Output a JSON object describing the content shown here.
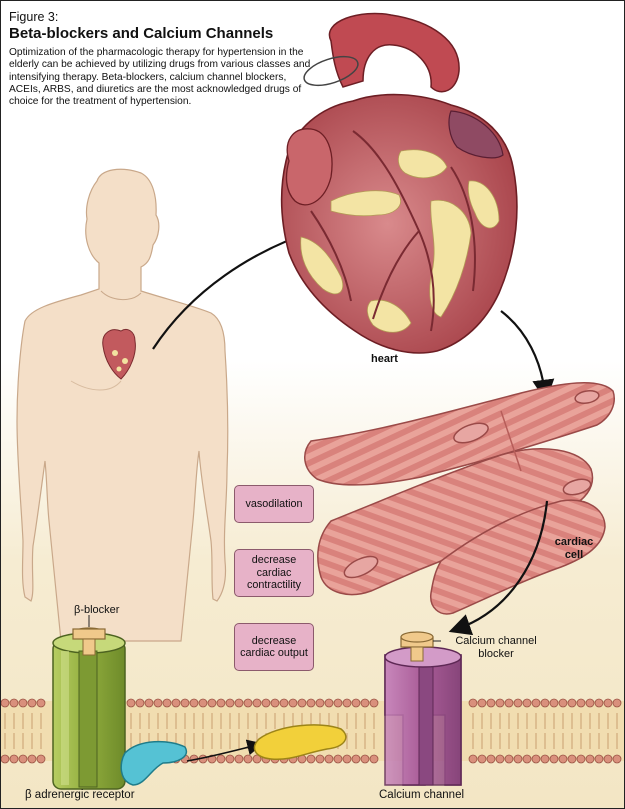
{
  "figure": {
    "label": "Figure 3:",
    "title": "Beta-blockers and Calcium Channels",
    "caption": "Optimization of the pharmacologic therapy for hypertension in the elderly can be achieved by utilizing drugs from various classes and intensifying therapy. Beta-blockers, calcium channel blockers, ACEIs, ARBS, and diuretics are the most acknowledged drugs of choice for the treatment of hypertension."
  },
  "labels": {
    "heart": "heart",
    "cardiac_cell": "cardiac cell",
    "beta_blocker": "β-blocker",
    "calcium_channel_blocker": "Calcium channel blocker",
    "beta_adrenergic_receptor": "β adrenergic receptor",
    "calcium_channel": "Calcium channel"
  },
  "effects": {
    "vasodilation": "vasodilation",
    "decrease_contractility": "decrease cardiac contractility",
    "decrease_output": "decrease cardiac output"
  },
  "colors": {
    "effect_box": "#e7b2c8",
    "muscle": "#d27f7b",
    "heart": "#b94d52",
    "fat": "#f2e2a0",
    "receptor": "#9fb84a",
    "channel": "#b06aa2",
    "membrane": "#d48d7a",
    "ligand_blue": "#56c4d6",
    "ligand_yellow": "#f3d13a",
    "skin": "#f3dcc4"
  }
}
